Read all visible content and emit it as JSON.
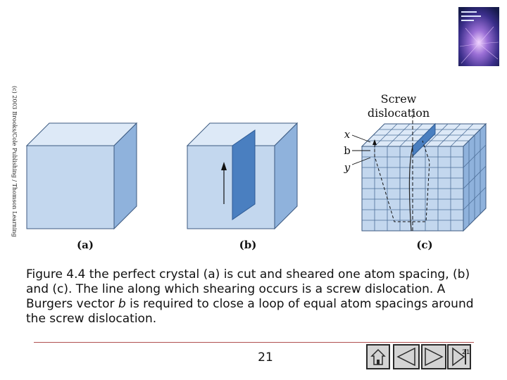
{
  "figure": {
    "copyright": "(c) 2003 Brooks/Cole Publishing / Thomson Learning",
    "label_screw": "Screw",
    "label_dislocation": "dislocation",
    "label_x": "x",
    "label_b": "b",
    "label_y": "y",
    "panel_a": "(a)",
    "panel_b": "(b)",
    "panel_c": "(c)"
  },
  "caption": {
    "part1": "Figure 4.4  the perfect crystal (a) is cut and sheared one atom spacing, (b) and (c).  The line along which shearing occurs is a screw dislocation.  A Burgers vector ",
    "vector": "b",
    "part2": " is required to close a loop of equal atom spacings around the screw dislocation."
  },
  "footer": {
    "page_number": "21",
    "nav_last_label": "21"
  },
  "colors": {
    "cube_front": "#c3d7ee",
    "cube_top": "#dde9f7",
    "cube_side": "#8fb2dc",
    "edge": "#3c5a80",
    "slip_plane": "#4a7fc0",
    "rule": "#b05050"
  },
  "icons": [
    "home-icon",
    "back-arrow-icon",
    "forward-arrow-icon",
    "last-page-icon"
  ]
}
